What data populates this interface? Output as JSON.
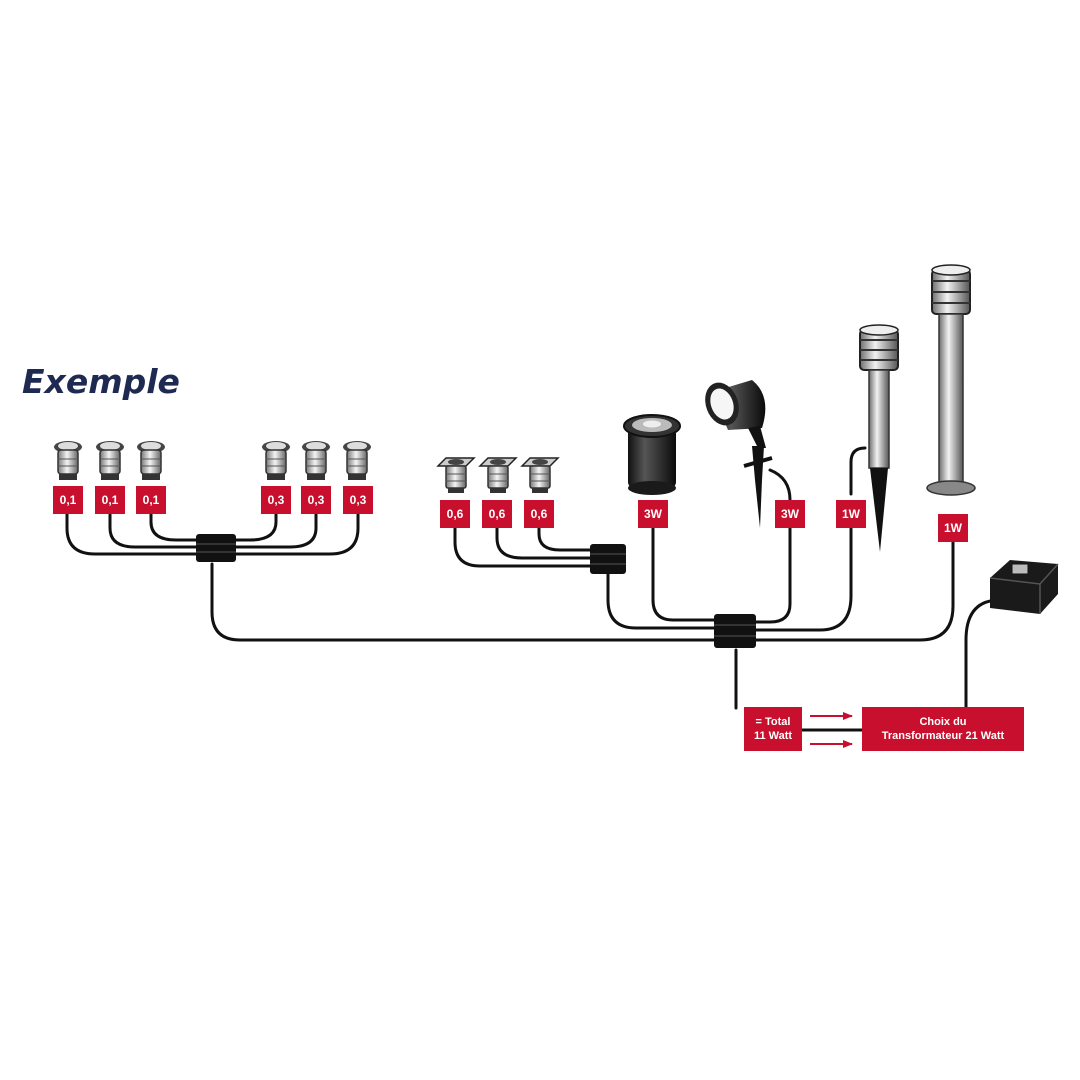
{
  "title": "Exemple",
  "colors": {
    "label_red": "#c8102e",
    "title_navy": "#1f2a52",
    "cable": "#111111"
  },
  "groups": [
    {
      "icon": "recessed-spot-light-icon",
      "labels": [
        "0,1",
        "0,1",
        "0,1"
      ]
    },
    {
      "icon": "recessed-spot-light-icon",
      "labels": [
        "0,3",
        "0,3",
        "0,3"
      ]
    },
    {
      "icon": "square-deck-light-icon",
      "labels": [
        "0,6",
        "0,6",
        "0,6"
      ]
    }
  ],
  "lights": [
    {
      "icon": "ground-uplight-icon",
      "label": "3W"
    },
    {
      "icon": "spike-spotlight-icon",
      "label": "3W"
    },
    {
      "icon": "short-bollard-icon",
      "label": "1W"
    },
    {
      "icon": "tall-bollard-icon",
      "label": "1W"
    }
  ],
  "total": {
    "line1": "= Total",
    "line2": "11 Watt"
  },
  "transformer": {
    "line1": "Choix du",
    "line2": "Transformateur 21 Watt",
    "icon": "transformer-icon"
  }
}
